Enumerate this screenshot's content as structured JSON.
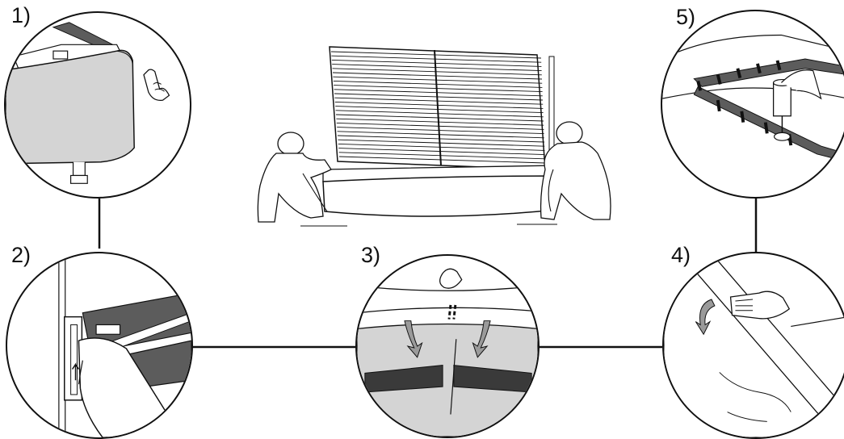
{
  "diagram": {
    "steps": [
      {
        "number": 1,
        "label": "1)"
      },
      {
        "number": 2,
        "label": "2)"
      },
      {
        "number": 3,
        "label": "3)"
      },
      {
        "number": 4,
        "label": "4)"
      },
      {
        "number": 5,
        "label": "5)"
      }
    ],
    "colors": {
      "line": "#111111",
      "fabric_gray": "#d4d4d4",
      "dark_panel": "#5c5c5c",
      "mesh": "#3a3a3a",
      "arrow_gray": "#9a9a9a"
    }
  }
}
